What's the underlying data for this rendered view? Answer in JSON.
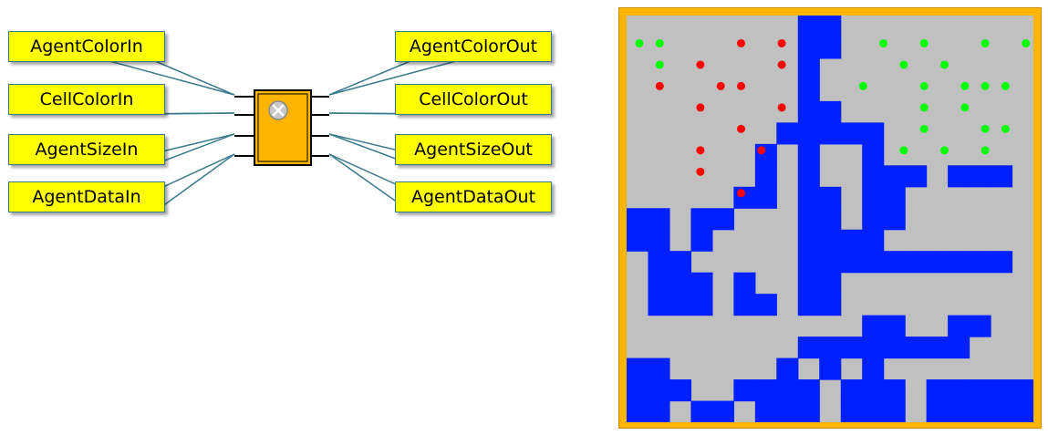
{
  "block": {
    "inputs": [
      "AgentColorIn",
      "CellColorIn",
      "AgentSizeIn",
      "AgentDataIn"
    ],
    "outputs": [
      "AgentColorOut",
      "CellColorOut",
      "AgentSizeOut",
      "AgentDataOut"
    ],
    "icon": "close-circle-icon"
  },
  "colors": {
    "label_fill": "#ffff00",
    "block_fill": "#ffb400",
    "frame": "#ffb400",
    "cell_background": "#c0c0c0",
    "wall": "#0020ff",
    "agent_red": "#ff0000",
    "agent_green": "#00ff00"
  },
  "grid": {
    "cols": 19,
    "rows": 19,
    "cells": [
      "........##.........",
      "........##.........",
      "........#..........",
      "........#..........",
      "........##.........",
      ".......#####.......",
      "......#.#..#.......",
      "......#.#..###.###.",
      ".....##.##.##......",
      "##.##...##.##......",
      "##.#....####.......",
      ".##.....##########.",
      ".###.#..##.........",
      ".###.##.##.........",
      "...........##..##..",
      "........########...",
      "##.....#.#.#.......",
      "###..####.###.#####",
      "##.##.###.###.#####"
    ],
    "red_agents": [
      [
        1,
        5
      ],
      [
        1,
        7
      ],
      [
        2,
        3
      ],
      [
        2,
        7
      ],
      [
        3,
        1
      ],
      [
        3,
        4
      ],
      [
        3,
        5
      ],
      [
        4,
        3
      ],
      [
        4,
        7
      ],
      [
        5,
        5
      ],
      [
        6,
        3
      ],
      [
        6,
        6
      ],
      [
        7,
        3
      ],
      [
        8,
        5
      ]
    ],
    "green_agents": [
      [
        1,
        0
      ],
      [
        1,
        1
      ],
      [
        1,
        12
      ],
      [
        1,
        14
      ],
      [
        1,
        17
      ],
      [
        1,
        19
      ],
      [
        2,
        1
      ],
      [
        2,
        13
      ],
      [
        2,
        15
      ],
      [
        3,
        11
      ],
      [
        3,
        14
      ],
      [
        3,
        16
      ],
      [
        3,
        17
      ],
      [
        3,
        18
      ],
      [
        4,
        14
      ],
      [
        4,
        16
      ],
      [
        5,
        14
      ],
      [
        5,
        17
      ],
      [
        5,
        18
      ],
      [
        6,
        13
      ],
      [
        6,
        15
      ],
      [
        6,
        17
      ]
    ]
  }
}
